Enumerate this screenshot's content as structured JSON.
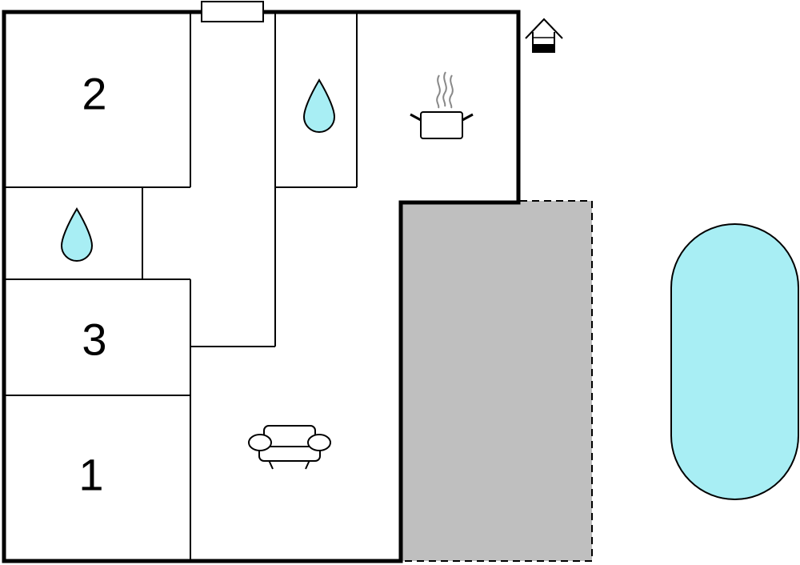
{
  "floor_plan": {
    "rooms": [
      {
        "number": "2",
        "type": "bedroom"
      },
      {
        "number": "3",
        "type": "bedroom"
      },
      {
        "number": "1",
        "type": "bedroom"
      }
    ],
    "icons": [
      "bathroom-water-drop-icon",
      "bathroom-water-drop-icon",
      "kitchen-pot-icon",
      "living-room-sofa-icon",
      "well-icon"
    ]
  },
  "colors": {
    "wall": "#000000",
    "terrace": "#bfbfbf",
    "water": "#a8eef4",
    "pool": "#a8eef4",
    "background": "#ffffff"
  }
}
